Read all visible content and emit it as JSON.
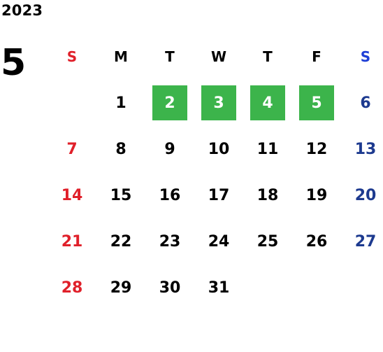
{
  "calendar": {
    "year": "2023",
    "month": "5",
    "weekdays": [
      "S",
      "M",
      "T",
      "W",
      "T",
      "F",
      "S"
    ],
    "weeks": [
      [
        "",
        "1",
        "2",
        "3",
        "4",
        "5",
        "6"
      ],
      [
        "7",
        "8",
        "9",
        "10",
        "11",
        "12",
        "13"
      ],
      [
        "14",
        "15",
        "16",
        "17",
        "18",
        "19",
        "20"
      ],
      [
        "21",
        "22",
        "23",
        "24",
        "25",
        "26",
        "27"
      ],
      [
        "28",
        "29",
        "30",
        "31",
        "",
        "",
        ""
      ]
    ],
    "highlighted_days": [
      "2",
      "3",
      "4",
      "5"
    ]
  },
  "colors": {
    "sunday": "#e0202a",
    "saturday_header": "#1f3fd6",
    "saturday": "#1d3a8f",
    "highlight": "#3cb44b"
  }
}
